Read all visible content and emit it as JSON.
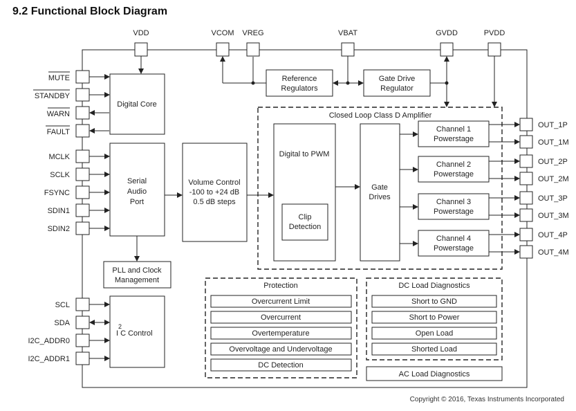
{
  "title": "9.2 Functional Block Diagram",
  "copyright": "Copyright © 2016, Texas Instruments Incorporated",
  "top_pins": [
    "VDD",
    "VCOM",
    "VREG",
    "VBAT",
    "GVDD",
    "PVDD"
  ],
  "left_pins": {
    "mute": "MUTE",
    "standby": "STANDBY",
    "warn": "WARN",
    "fault": "FAULT",
    "mclk": "MCLK",
    "sclk": "SCLK",
    "fsync": "FSYNC",
    "sdin1": "SDIN1",
    "sdin2": "SDIN2",
    "scl": "SCL",
    "sda": "SDA",
    "i2c_addr0": "I2C_ADDR0",
    "i2c_addr1": "I2C_ADDR1"
  },
  "right_pins": [
    "OUT_1P",
    "OUT_1M",
    "OUT_2P",
    "OUT_2M",
    "OUT_3P",
    "OUT_3M",
    "OUT_4P",
    "OUT_4M"
  ],
  "blocks": {
    "digital_core": "Digital Core",
    "serial_audio": [
      "Serial",
      "Audio",
      "Port"
    ],
    "pll": [
      "PLL and Clock",
      "Management"
    ],
    "i2c_sup": "2",
    "i2c_main": "I C Control",
    "volume": [
      "Volume Control",
      "-100 to +24 dB",
      "0.5 dB steps"
    ],
    "reference": [
      "Reference",
      "Regulators"
    ],
    "gate_drive_reg": [
      "Gate Drive",
      "Regulator"
    ],
    "class_d": "Closed Loop Class D Amplifier",
    "digital_to_pwm": "Digital to PWM",
    "clip": [
      "Clip",
      "Detection"
    ],
    "gate_drives": [
      "Gate",
      "Drives"
    ],
    "channels": [
      [
        "Channel 1",
        "Powerstage"
      ],
      [
        "Channel 2",
        "Powerstage"
      ],
      [
        "Channel 3",
        "Powerstage"
      ],
      [
        "Channel 4",
        "Powerstage"
      ]
    ]
  },
  "protection": {
    "title": "Protection",
    "items": [
      "Overcurrent Limit",
      "Overcurrent",
      "Overtemperature",
      "Overvoltage and Undervoltage",
      "DC Detection"
    ]
  },
  "dc_diag": {
    "title": "DC Load Diagnostics",
    "items": [
      "Short to GND",
      "Short to Power",
      "Open Load",
      "Shorted Load"
    ]
  },
  "ac_diag": "AC Load Diagnostics"
}
